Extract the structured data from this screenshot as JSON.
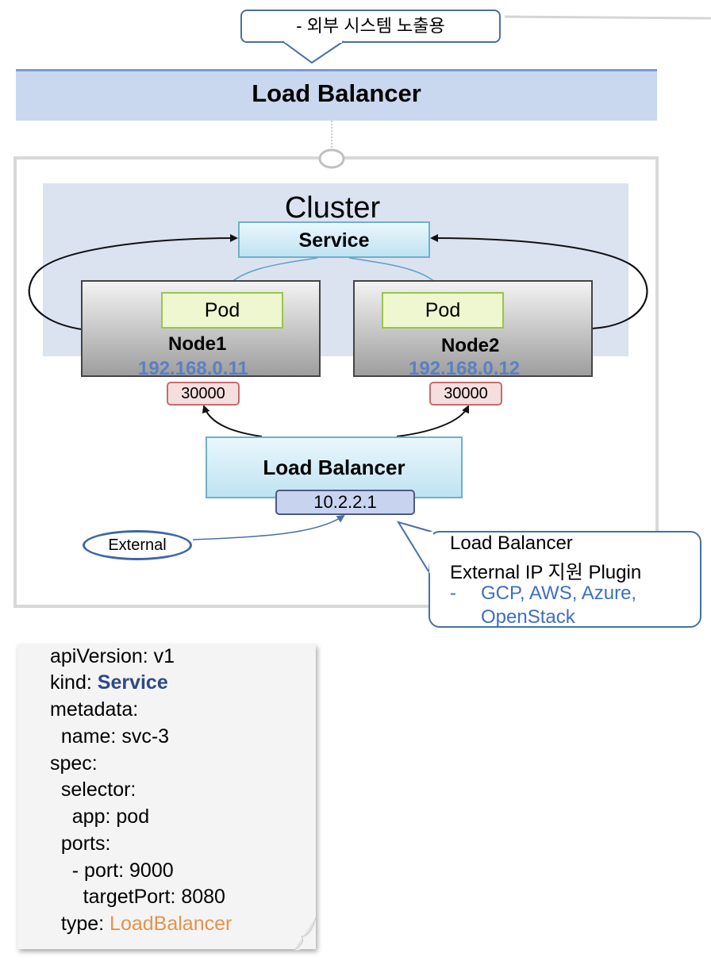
{
  "top_callout": {
    "text": "- 외부 시스템 노출용"
  },
  "banner": {
    "title": "Load Balancer"
  },
  "cluster": {
    "title": "Cluster",
    "service_label": "Service",
    "nodes": [
      {
        "pod": "Pod",
        "name": "Node1",
        "ip": "192.168.0.11",
        "port": "30000"
      },
      {
        "pod": "Pod",
        "name": "Node2",
        "ip": "192.168.0.12",
        "port": "30000"
      }
    ],
    "load_balancer": {
      "label": "Load Balancer",
      "ip": "10.2.2.1"
    },
    "external_label": "External"
  },
  "plugin_callout": {
    "line1": "Load Balancer",
    "line2": "External IP 지원 Plugin",
    "dash": "-",
    "line3": "GCP, AWS, Azure,",
    "line4": "OpenStack"
  },
  "yaml": {
    "apiVersion": "apiVersion: v1",
    "kind_key": "kind: ",
    "kind_value": "Service",
    "metadata": "metadata:",
    "name": "  name: svc-3",
    "spec": "spec:",
    "selector": "  selector:",
    "app": "    app: pod",
    "ports": "  ports:",
    "port": "    - port: 9000",
    "targetPort": "      targetPort: 8080",
    "type_key": "  type: ",
    "type_value": "LoadBalancer"
  },
  "colors": {
    "banner_bg": "#c9d8ef",
    "cluster_bg": "#dbe3f1",
    "service_fill": "#bfe3f2",
    "pod_fill": "#eef7cf",
    "port_fill": "#f4dede",
    "node_ip": "#5b80c2",
    "kind_service": "#2e4a85",
    "type_lb": "#e8914b",
    "plugin_list": "#3d6fc2"
  }
}
